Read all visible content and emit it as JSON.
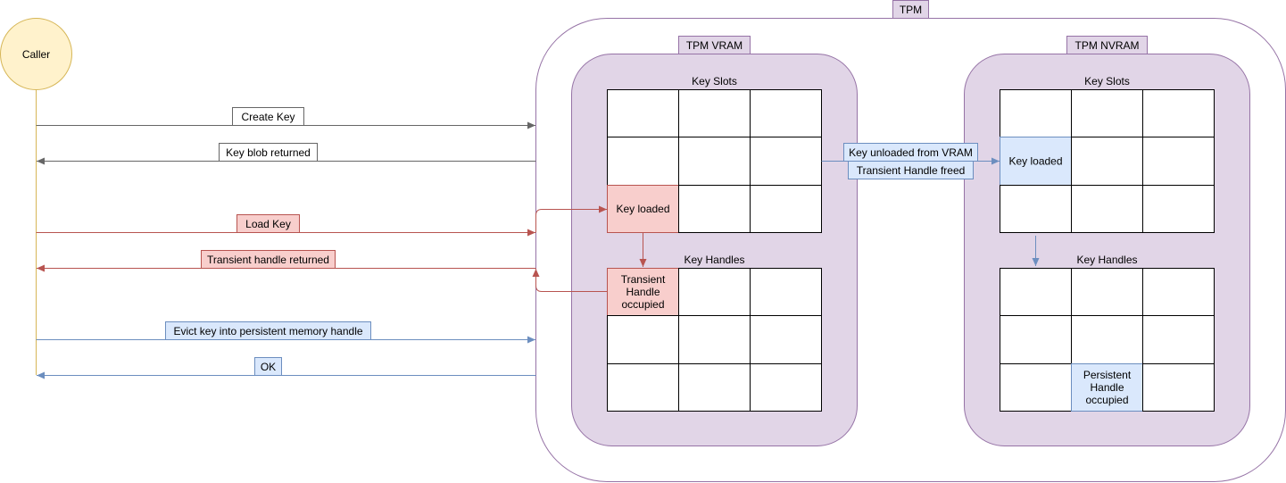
{
  "caller": {
    "label": "Caller"
  },
  "tpm": {
    "label": "TPM",
    "vram": {
      "label": "TPM VRAM",
      "slots_title": "Key Slots",
      "handles_title": "Key Handles",
      "slots": [
        [
          "",
          "",
          ""
        ],
        [
          "",
          "",
          ""
        ],
        [
          "Key loaded",
          "",
          ""
        ]
      ],
      "handles": [
        [
          "Transient\nHandle\noccupied",
          "",
          ""
        ],
        [
          "",
          "",
          ""
        ],
        [
          "",
          "",
          ""
        ]
      ]
    },
    "nvram": {
      "label": "TPM NVRAM",
      "slots_title": "Key Slots",
      "handles_title": "Key Handles",
      "slots": [
        [
          "",
          "",
          ""
        ],
        [
          "Key loaded",
          "",
          ""
        ],
        [
          "",
          "",
          ""
        ]
      ],
      "handles": [
        [
          "",
          "",
          ""
        ],
        [
          "",
          "",
          ""
        ],
        [
          "",
          "Persistent\nHandle\noccupied",
          ""
        ]
      ]
    }
  },
  "messages": [
    {
      "label": "Create Key",
      "direction": "to_tpm",
      "style": "gray"
    },
    {
      "label": "Key blob returned",
      "direction": "to_caller",
      "style": "gray"
    },
    {
      "label": "Load Key",
      "direction": "to_tpm",
      "style": "red"
    },
    {
      "label": "Transient handle returned",
      "direction": "to_caller",
      "style": "red"
    },
    {
      "label": "Evict key into persistent memory handle",
      "direction": "to_tpm",
      "style": "blue"
    },
    {
      "label": "OK",
      "direction": "to_caller",
      "style": "blue"
    }
  ],
  "transfer": {
    "line1": "Key unloaded from VRAM",
    "line2": "Transient Handle freed"
  },
  "colors": {
    "caller_fill": "#fff2cc",
    "caller_stroke": "#d6b656",
    "tpm_stroke": "#9673a6",
    "memory_fill": "#e1d5e7",
    "gray": "#666666",
    "red_fill": "#f8cecc",
    "red_stroke": "#b85450",
    "blue_fill": "#dae8fc",
    "blue_stroke": "#6c8ebf"
  },
  "icons": {
    "arrowhead": "triangle-arrow"
  }
}
